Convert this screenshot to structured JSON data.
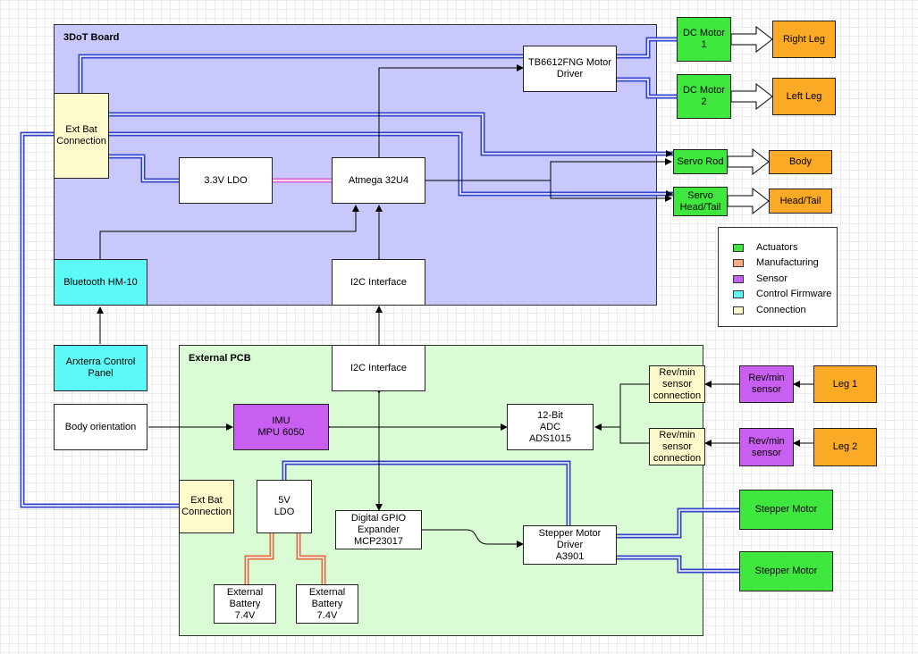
{
  "regions": {
    "board": {
      "title": "3DoT Board",
      "color": "#c8c8fc"
    },
    "pcb": {
      "title": "External PCB",
      "color": "#d9fcd4"
    }
  },
  "blocks": {
    "ext_bat_top": "Ext Bat\nConnection",
    "ldo33": "3.3V LDO",
    "atmega": "Atmega 32U4",
    "tb6612": "TB6612FNG Motor\nDriver",
    "bluetooth": "Bluetooth HM-10",
    "i2c_top": "I2C Interface",
    "arxterra": "Arxterra Control\nPanel",
    "i2c_bottom": "I2C Interface",
    "body_orientation": "Body orientation",
    "imu": "IMU\nMPU 6050",
    "adc": "12-Bit\nADC\nADS1015",
    "ext_bat_bottom": "Ext Bat\nConnection",
    "ldo5": "5V\nLDO",
    "gpio": "Digital GPIO\nExpander\nMCP23017",
    "stepper_driver": "Stepper Motor Driver\nA3901",
    "battery1": "External\nBattery\n7.4V",
    "battery2": "External\nBattery\n7.4V",
    "dc_motor_1": "DC Motor 1",
    "dc_motor_2": "DC Motor 2",
    "right_leg": "Right Leg",
    "left_leg": "Left Leg",
    "servo_rod": "Servo Rod",
    "servo_head": "Servo\nHead/Tail",
    "body": "Body",
    "head_tail": "Head/Tail",
    "revmin_conn_1": "Rev/min\nsensor\nconnection",
    "revmin_conn_2": "Rev/min\nsensor\nconnection",
    "revmin_sensor_1": "Rev/min\nsensor",
    "revmin_sensor_2": "Rev/min\nsensor",
    "leg1": "Leg 1",
    "leg2": "Leg 2",
    "stepper_motor_1": "Stepper Motor",
    "stepper_motor_2": "Stepper Motor"
  },
  "legend": [
    {
      "label": "Actuators",
      "color": "#3ee63e"
    },
    {
      "label": "Manufacturing",
      "color": "#fbaa80"
    },
    {
      "label": "Sensor",
      "color": "#c95ff0"
    },
    {
      "label": "Control Firmware",
      "color": "#5cfbf8"
    },
    {
      "label": "Connection",
      "color": "#fdfacb"
    }
  ],
  "colors": {
    "actuator": "#3ee63e",
    "manufacturing": "#fbaa26",
    "sensor": "#c95ff0",
    "firmware": "#5cfbf8",
    "connection": "#fdfacb",
    "power_wire": "#3344cc",
    "battery_wire": "#e06b3a",
    "ldo_link": "#e060d0"
  }
}
